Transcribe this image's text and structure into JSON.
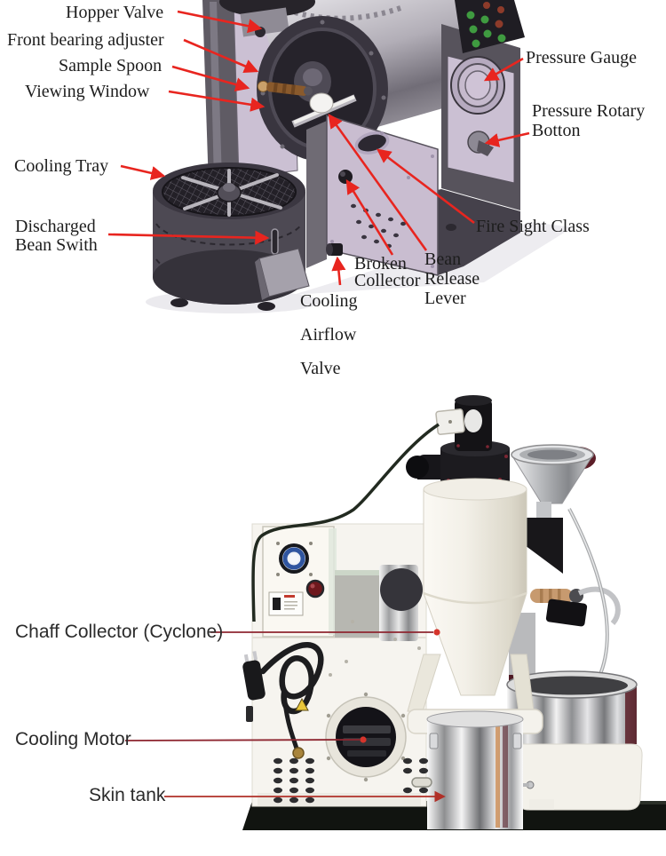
{
  "top_diagram": {
    "description": "CAD cutaway illustration of coffee roaster with part callouts",
    "arrow_color": "#e8251f",
    "labels": {
      "hopper_valve": "Hopper Valve",
      "front_bearing_adjuster": "Front bearing adjuster",
      "sample_spoon": "Sample Spoon",
      "viewing_window": "Viewing Window",
      "cooling_tray": "Cooling Tray",
      "discharged_bean_swith": "Discharged\nBean Swith",
      "pressure_gauge": "Pressure Gauge",
      "pressure_rotary_botton": "Pressure Rotary\nBotton",
      "fire_sight_class": "Fire Sight Class",
      "broken_collector": "Broken\nCollector",
      "bean_release_lever": "Bean\nRelease\nLever",
      "cooling_airflow_valve": "Cooling\nAirflow\nValve"
    }
  },
  "bottom_photo": {
    "description": "Photograph of coffee roaster with part callouts",
    "line_color": "#8e2630",
    "dot_color": "#d5342b",
    "labels": {
      "chaff_collector": "Chaff Collector (Cyclone)",
      "cooling_motor": "Cooling Motor",
      "skin_tank": "Skin tank"
    }
  }
}
